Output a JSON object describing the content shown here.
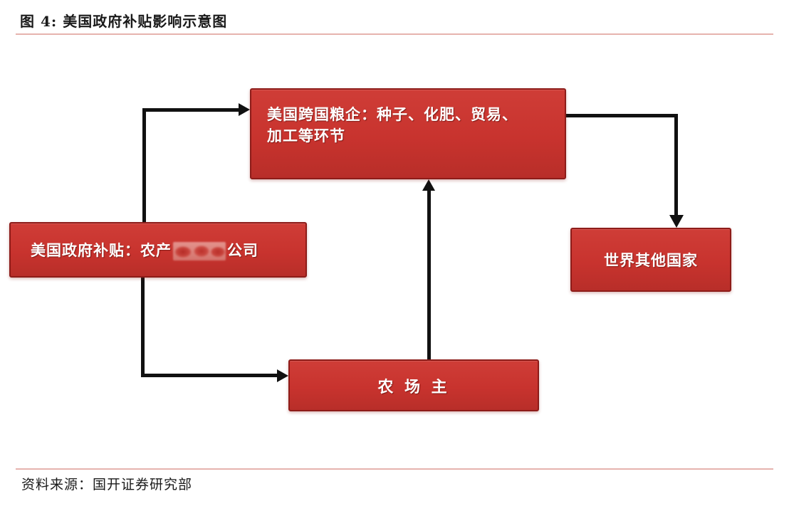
{
  "figure": {
    "title": "图 4:  美国政府补贴影响示意图",
    "source": "资料来源：国开证券研究部",
    "accent_rule_color": "#e6b3ae",
    "node_fill_color": "#c8332e",
    "node_border_color": "#8d1c19",
    "node_text_color": "#ffffff",
    "connector_color": "#111111"
  },
  "chart_data": {
    "type": "diagram",
    "title": "图 4:  美国政府补贴影响示意图",
    "nodes": [
      {
        "id": "agribiz",
        "label": "美国跨国粮企：种子、化肥、贸易、加工等环节",
        "line1": "美国跨国粮企：种子、化肥、贸易、",
        "line2": "加工等环节"
      },
      {
        "id": "subsidy",
        "label": "美国政府补贴：农产█████公司",
        "text_before": "美国政府补贴：农产",
        "redacted": true,
        "text_after": "公司"
      },
      {
        "id": "othercountries",
        "label": "世界其他国家"
      },
      {
        "id": "farmer",
        "label": "农 场 主"
      }
    ],
    "edges": [
      {
        "from": "subsidy",
        "to": "agribiz",
        "style": "elbow-up-right",
        "arrowhead": "right"
      },
      {
        "from": "subsidy",
        "to": "farmer",
        "style": "elbow-down-right",
        "arrowhead": "right"
      },
      {
        "from": "farmer",
        "to": "agribiz",
        "style": "straight-up",
        "arrowhead": "up"
      },
      {
        "from": "agribiz",
        "to": "othercountries",
        "style": "elbow-right-down",
        "arrowhead": "down"
      }
    ]
  }
}
